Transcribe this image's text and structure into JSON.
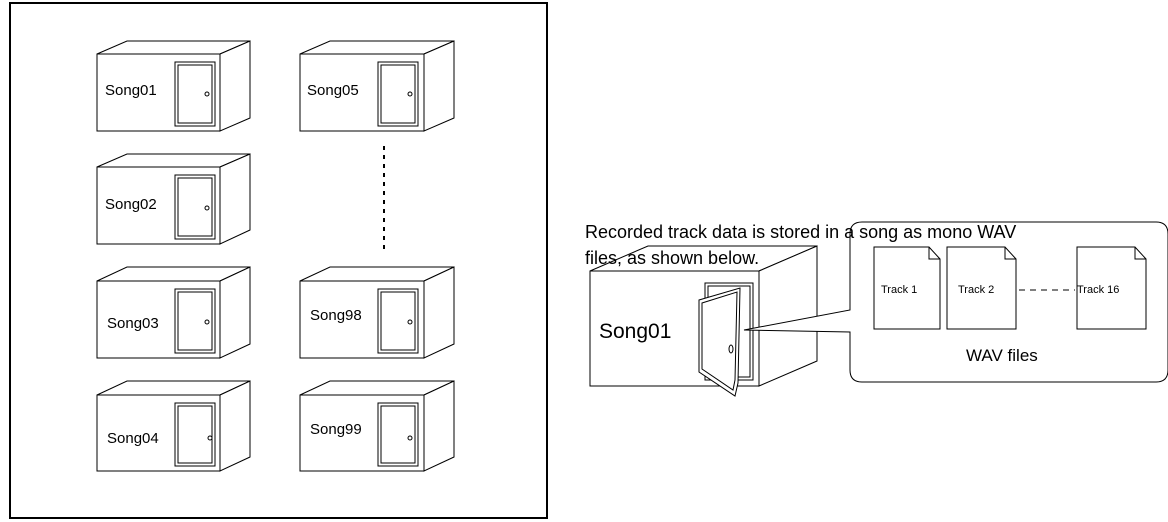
{
  "songs": [
    "Song01",
    "Song05",
    "Song02",
    "Song03",
    "Song98",
    "Song04",
    "Song99"
  ],
  "description": {
    "line1": "Recorded track data is stored in a song as mono WAV",
    "line2": "files, as shown below."
  },
  "detail": {
    "song_label": "Song01",
    "tracks": [
      "Track 1",
      "Track 2",
      "Track 16"
    ],
    "files_label": "WAV files"
  }
}
